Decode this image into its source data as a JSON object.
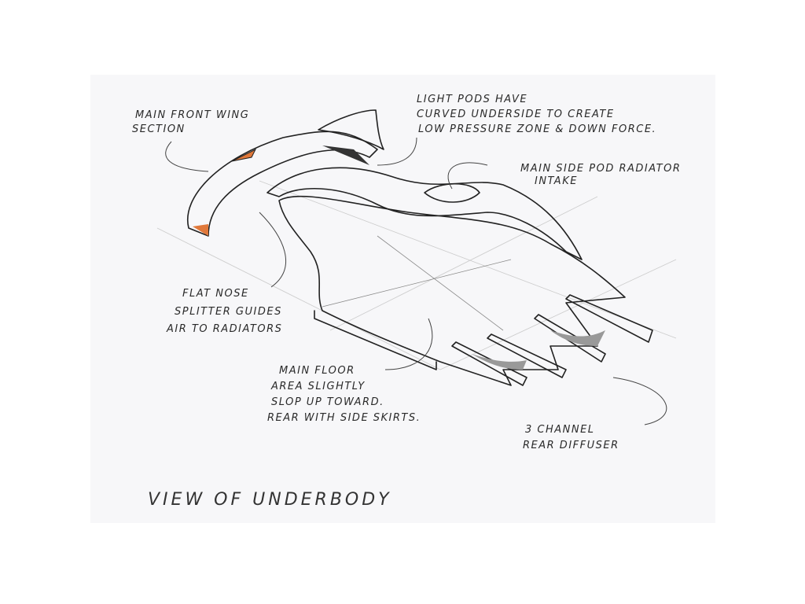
{
  "annotations": {
    "front_wing": [
      "MAIN FRONT WING",
      "SECTION"
    ],
    "light_pods": [
      "LIGHT PODS HAVE",
      "CURVED UNDERSIDE TO CREATE",
      "LOW PRESSURE ZONE & DOWN FORCE."
    ],
    "side_pod": [
      "MAIN SIDE POD RADIATOR",
      "INTAKE"
    ],
    "nose": [
      "FLAT NOSE",
      "SPLITTER GUIDES",
      "AIR TO RADIATORS"
    ],
    "floor": [
      "MAIN FLOOR",
      "AREA SLIGHTLY",
      "SLOP      UP TOWARD.",
      "REAR WITH SIDE SKIRTS."
    ],
    "diffuser": [
      "3 CHANNEL",
      "REAR DIFFUSER"
    ]
  },
  "caption": "VIEW OF UNDERBODY",
  "colors": {
    "accent": "#e0783a",
    "paper": "#f7f7f9",
    "ink": "#222222"
  }
}
